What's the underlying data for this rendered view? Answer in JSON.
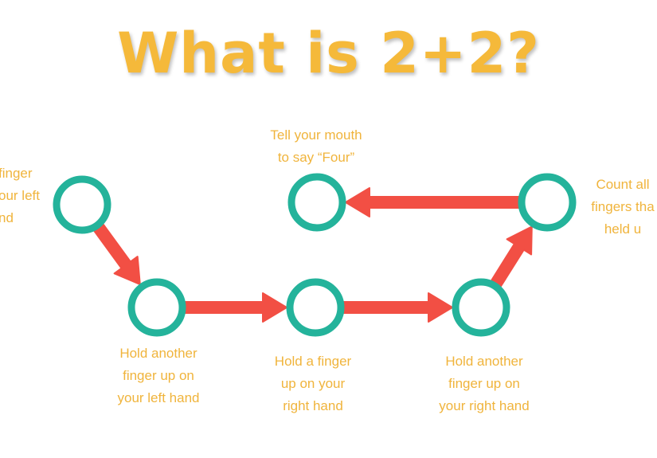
{
  "title": "What is 2+2?",
  "colors": {
    "title": "#f5b93a",
    "label": "#f0b43c",
    "node_ring": "#24b39b",
    "arrow": "#f24f44"
  },
  "steps": [
    {
      "id": "step-1",
      "label": "finger\nour left\nnd"
    },
    {
      "id": "step-2",
      "label": "Hold another\nfinger up on\nyour left hand"
    },
    {
      "id": "step-3",
      "label": "Hold a finger\nup on your\nright hand"
    },
    {
      "id": "step-4",
      "label": "Hold another\nfinger up on\nyour right hand"
    },
    {
      "id": "step-5",
      "label": "Count all\nfingers tha\nheld u"
    },
    {
      "id": "step-6",
      "label": "Tell your mouth\nto say “Four”"
    }
  ]
}
